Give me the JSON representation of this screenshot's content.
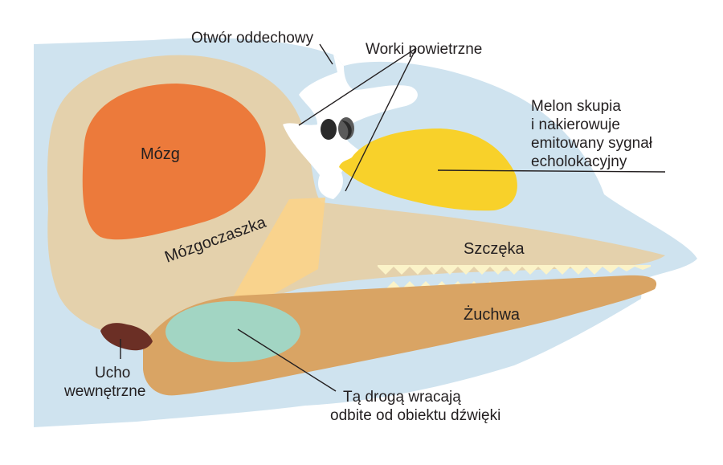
{
  "labels": {
    "blowhole": "Otwór oddechowy",
    "air_sacs": "Worki powietrzne",
    "melon": [
      "Melon skupia",
      "i nakierowuje",
      "emitowany sygnał",
      "echolokacyjny"
    ],
    "brain": "Mózg",
    "braincase": "Mózgoczaszka",
    "upper_jaw": "Szczęka",
    "lower_jaw": "Żuchwa",
    "inner_ear": [
      "Ucho",
      "wewnętrzne"
    ],
    "sound_path": [
      "Tą drogą wracają",
      "odbite od obiektu dźwięki"
    ]
  },
  "colors": {
    "head_outline": "#cfe3ef",
    "skull": "#e5d0a8",
    "brain": "#ec7a3b",
    "melon": "#f8d12a",
    "jaw": "#d9a464",
    "sound_fat": "#9fd8c8",
    "ear": "#6b2f25",
    "leader_line": "#231f20"
  }
}
